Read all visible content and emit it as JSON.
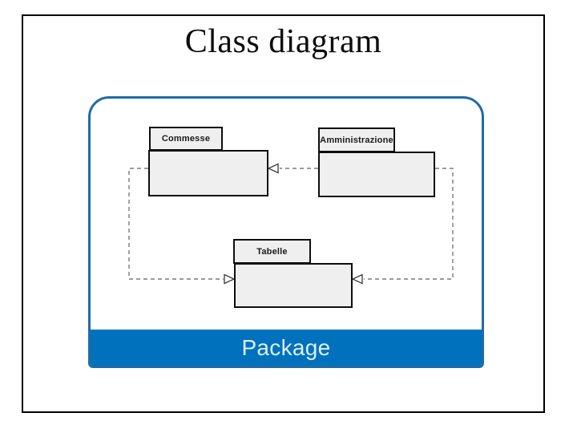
{
  "slide": {
    "title": "Class diagram",
    "footer_label": "Package"
  },
  "diagram": {
    "type": "uml-package-diagram",
    "packages": [
      {
        "label": "Commesse"
      },
      {
        "label": "Amministrazione"
      },
      {
        "label": "Tabelle"
      }
    ],
    "dependencies": [
      {
        "from": "Amministrazione",
        "to": "Commesse",
        "style": "dashed-open-arrow"
      },
      {
        "from": "Commesse",
        "to": "Tabelle",
        "style": "dashed-open-arrow"
      },
      {
        "from": "Amministrazione",
        "to": "Tabelle",
        "style": "dashed-open-arrow"
      }
    ]
  },
  "colors": {
    "accent_blue": "#0071bc",
    "container_border": "#1f6ca6",
    "package_fill": "#efefef",
    "package_border": "#0d0d0d",
    "connector_gray": "#7a7a7a",
    "footer_text": "#ddeffa"
  }
}
